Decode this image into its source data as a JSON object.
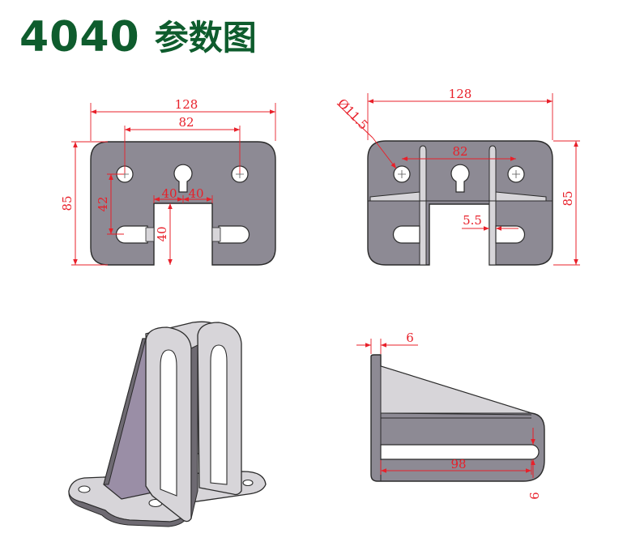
{
  "title": {
    "number": "4040",
    "text": "参数图"
  },
  "colors": {
    "title": "#0e5c2d",
    "dimension": "#e8202a",
    "part_fill": "#8d8a94",
    "part_outline": "#2b2b2b",
    "part_light": "#d7d5d9",
    "part_shadow": "#9a8ea6"
  },
  "views": {
    "front": {
      "dims": {
        "overall_width": "128",
        "hole_spacing": "82",
        "height": "85",
        "hole_height": "42",
        "slot_left": "40",
        "slot_right": "40",
        "slot_depth": "40"
      }
    },
    "back": {
      "dims": {
        "overall_width": "128",
        "hole_spacing": "82",
        "height": "85",
        "hole_diameter": "Ø11.5",
        "rib_thickness": "5.5"
      }
    },
    "side": {
      "dims": {
        "plate_thickness": "6",
        "slot_length": "98",
        "slot_width": "9"
      }
    }
  }
}
